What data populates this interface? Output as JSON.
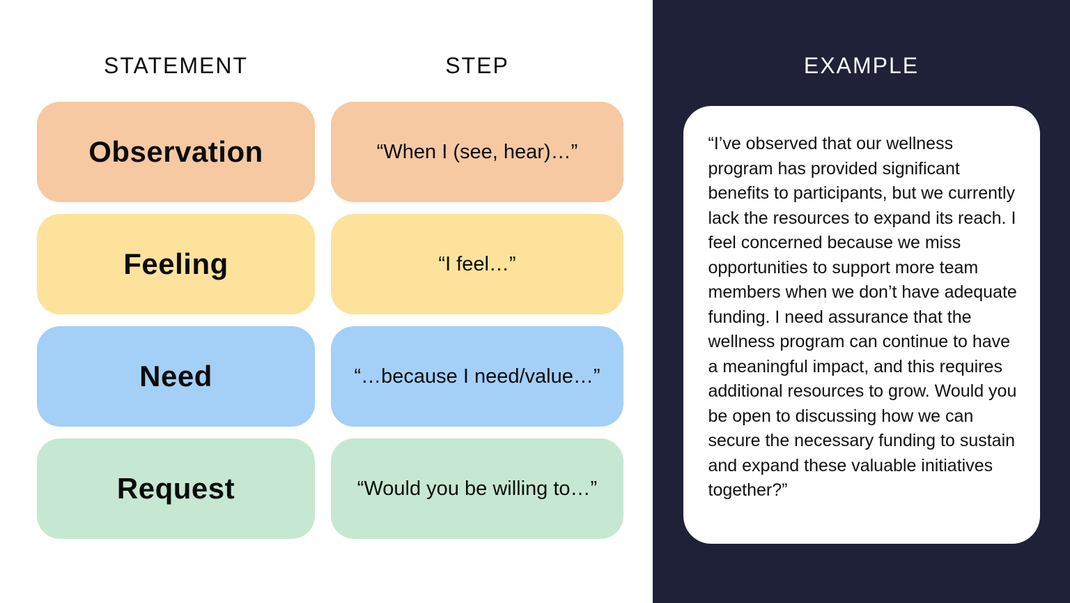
{
  "colors": {
    "peach": "#F6C9A2",
    "yellow": "#FDE29B",
    "blue": "#A4CFF7",
    "green": "#C6E8D2",
    "navy": "#1E2138",
    "card_white": "#FFFFFF"
  },
  "left_panel": {
    "statement_header": "STATEMENT",
    "step_header": "STEP",
    "rows": [
      {
        "statement": "Observation",
        "step": "“When I (see, hear)…”",
        "color_name": "peach"
      },
      {
        "statement": "Feeling",
        "step": "“I feel…”",
        "color_name": "yellow"
      },
      {
        "statement": "Need",
        "step": "“…because I need/value…”",
        "color_name": "blue"
      },
      {
        "statement": "Request",
        "step": "“Would you be willing to…”",
        "color_name": "green"
      }
    ]
  },
  "right_panel": {
    "header": "EXAMPLE",
    "example_text": "“I’ve observed that our wellness program has provided significant benefits to participants, but we currently lack the resources to expand its reach. I feel concerned because we miss opportunities to support more team members when we don’t have adequate funding. I need assurance that the wellness program can continue to have a meaningful impact, and this requires additional resources to grow. Would you be open to discussing how we can secure the necessary funding to sustain and expand these valuable initiatives together?”"
  }
}
